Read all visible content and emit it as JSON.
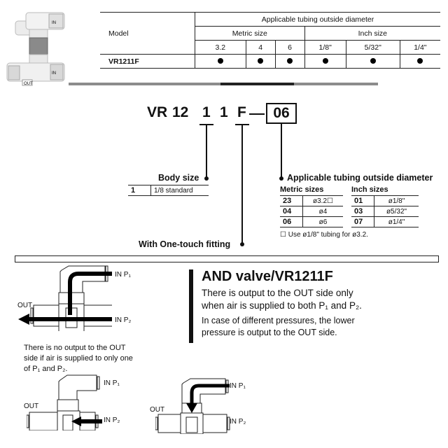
{
  "spec_table": {
    "model_header": "Model",
    "group_header": "Applicable tubing outside diameter",
    "metric_header": "Metric size",
    "inch_header": "Inch size",
    "sizes": [
      "3.2",
      "4",
      "6",
      "1/8\"",
      "5/32\"",
      "1/4\""
    ],
    "rows": [
      {
        "model": "VR1211F",
        "available": [
          true,
          true,
          true,
          true,
          true,
          true
        ]
      }
    ]
  },
  "part_number": {
    "prefix": "VR",
    "series": "12",
    "body": "1",
    "fitting": "F",
    "dash": "—",
    "tubing": "06"
  },
  "body_size": {
    "title": "Body size",
    "rows": [
      {
        "code": "1",
        "desc": "1/8 standard"
      }
    ]
  },
  "tubing": {
    "title": "Applicable tubing outside diameter",
    "metric_title": "Metric sizes",
    "metric": [
      {
        "code": "23",
        "desc": "ø3.2☐"
      },
      {
        "code": "04",
        "desc": "ø4"
      },
      {
        "code": "06",
        "desc": "ø6"
      }
    ],
    "inch_title": "Inch sizes",
    "inch": [
      {
        "code": "01",
        "desc": "ø1/8\""
      },
      {
        "code": "03",
        "desc": "ø5/32\""
      },
      {
        "code": "07",
        "desc": "ø1/4\""
      }
    ],
    "note": "☐ Use ø1/8\" tubing for ø3.2."
  },
  "fitting_label": "With One-touch fitting",
  "and_valve": {
    "title": "AND valve/VR1211F",
    "line1": "There is output to the OUT side only",
    "line2": "when air is supplied to both P₁ and P₂.",
    "line3": "In case of different pressures, the lower",
    "line4": "pressure is output to the OUT side."
  },
  "diagram_labels": {
    "in_p1": "IN P₁",
    "in_p2": "IN P₂",
    "out": "OUT"
  },
  "no_output_note": {
    "l1": "There is no output to the OUT",
    "l2": "side if air is supplied to only one",
    "l3": "of P₁ and P₂."
  },
  "photo_labels": {
    "in": "IN",
    "out": "OUT"
  }
}
